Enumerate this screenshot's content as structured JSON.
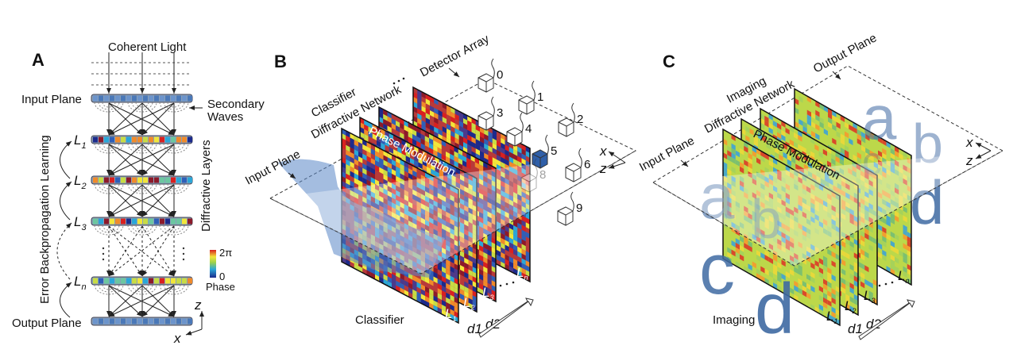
{
  "panel_a": {
    "letter": "A",
    "coherent_light": "Coherent Light",
    "input_plane": "Input Plane",
    "output_plane": "Output Plane",
    "secondary_waves": [
      "Secondary",
      "Waves"
    ],
    "diffractive_layers": "Diffractive Layers",
    "error_backprop": "Error Backpropagation Learning",
    "layers": [
      "L",
      "L",
      "L",
      "L"
    ],
    "layer_subscripts": [
      "1",
      "2",
      "3",
      "n"
    ],
    "colorbar": {
      "top": "2π",
      "bottom": "0",
      "label": "Phase"
    },
    "axes": {
      "z": "z",
      "x": "x"
    }
  },
  "panel_b": {
    "letter": "B",
    "title": [
      "Classifier",
      "Diffractive Network"
    ],
    "input_plane": "Input Plane",
    "detector_array": "Detector Array",
    "phase_modulation": "Phase Modulation",
    "caption": "Classifier",
    "detectors": [
      "0",
      "1",
      "2",
      "3",
      "4",
      "5",
      "6",
      "8",
      "9"
    ],
    "layer_labels": [
      "L1",
      "L2",
      "L3",
      "Ln"
    ],
    "distances": [
      "d1",
      "d2"
    ],
    "axes": {
      "x": "x",
      "z": "z"
    }
  },
  "panel_c": {
    "letter": "C",
    "title": [
      "Imaging",
      "Diffractive Network"
    ],
    "input_plane": "Input Plane",
    "output_plane": "Output Plane",
    "phase_modulation": "Phase Modulation",
    "caption": "Imaging",
    "input_letters": [
      "a",
      "b",
      "c",
      "d"
    ],
    "output_letters": [
      "a",
      "b",
      "c",
      "d"
    ],
    "layer_labels": [
      "L1",
      "L2",
      "L3",
      "Ln"
    ],
    "distances": [
      "d1",
      "d2"
    ],
    "axes": {
      "x": "x",
      "z": "z"
    }
  },
  "colors": {
    "letter_blue": "#3f6aa3",
    "bar_blue": "#4a78b8"
  }
}
